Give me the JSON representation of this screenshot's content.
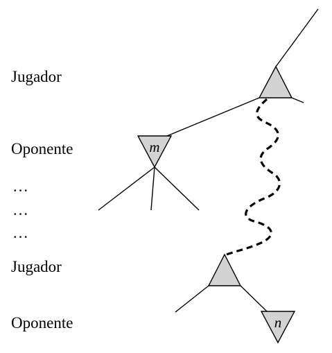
{
  "rows": [
    {
      "id": "jugador-top",
      "label": "Jugador"
    },
    {
      "id": "oponente-top",
      "label": "Oponente"
    },
    {
      "id": "ellipsis-1",
      "label": "…"
    },
    {
      "id": "ellipsis-2",
      "label": "…"
    },
    {
      "id": "ellipsis-3",
      "label": "…"
    },
    {
      "id": "jugador-bottom",
      "label": "Jugador"
    },
    {
      "id": "oponente-bottom",
      "label": "Oponente"
    }
  ],
  "nodes": {
    "m": {
      "label": "m"
    },
    "n": {
      "label": "n"
    }
  },
  "colors": {
    "node_fill": "#d3d3d3",
    "stroke": "#000000",
    "background": "#ffffff"
  }
}
